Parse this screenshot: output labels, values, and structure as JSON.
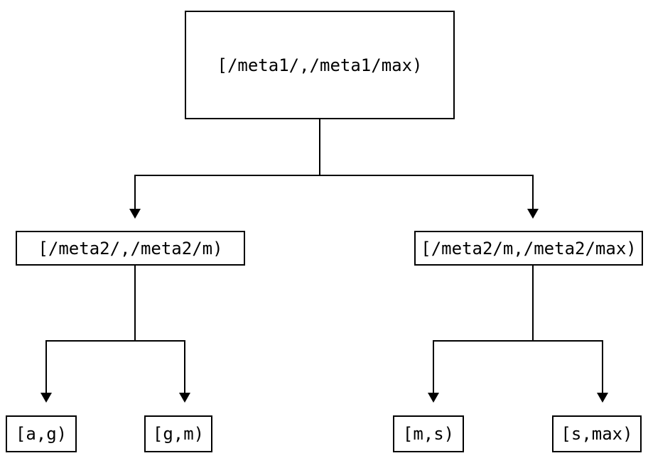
{
  "diagram": {
    "type": "tree",
    "colors": {
      "background": "#ffffff",
      "line": "#000000",
      "text": "#000000",
      "node_fill": "#ffffff"
    },
    "nodes": {
      "root": "[/meta1/,/meta1/max)",
      "left": "[/meta2/,/meta2/m)",
      "right": "[/meta2/m,/meta2/max)",
      "leaf_ag": "[a,g)",
      "leaf_gm": "[g,m)",
      "leaf_ms": "[m,s)",
      "leaf_smax": "[s,max)"
    },
    "edges": [
      {
        "from": "root",
        "to": "left"
      },
      {
        "from": "root",
        "to": "right"
      },
      {
        "from": "left",
        "to": "leaf_ag"
      },
      {
        "from": "left",
        "to": "leaf_gm"
      },
      {
        "from": "right",
        "to": "leaf_ms"
      },
      {
        "from": "right",
        "to": "leaf_smax"
      }
    ]
  }
}
